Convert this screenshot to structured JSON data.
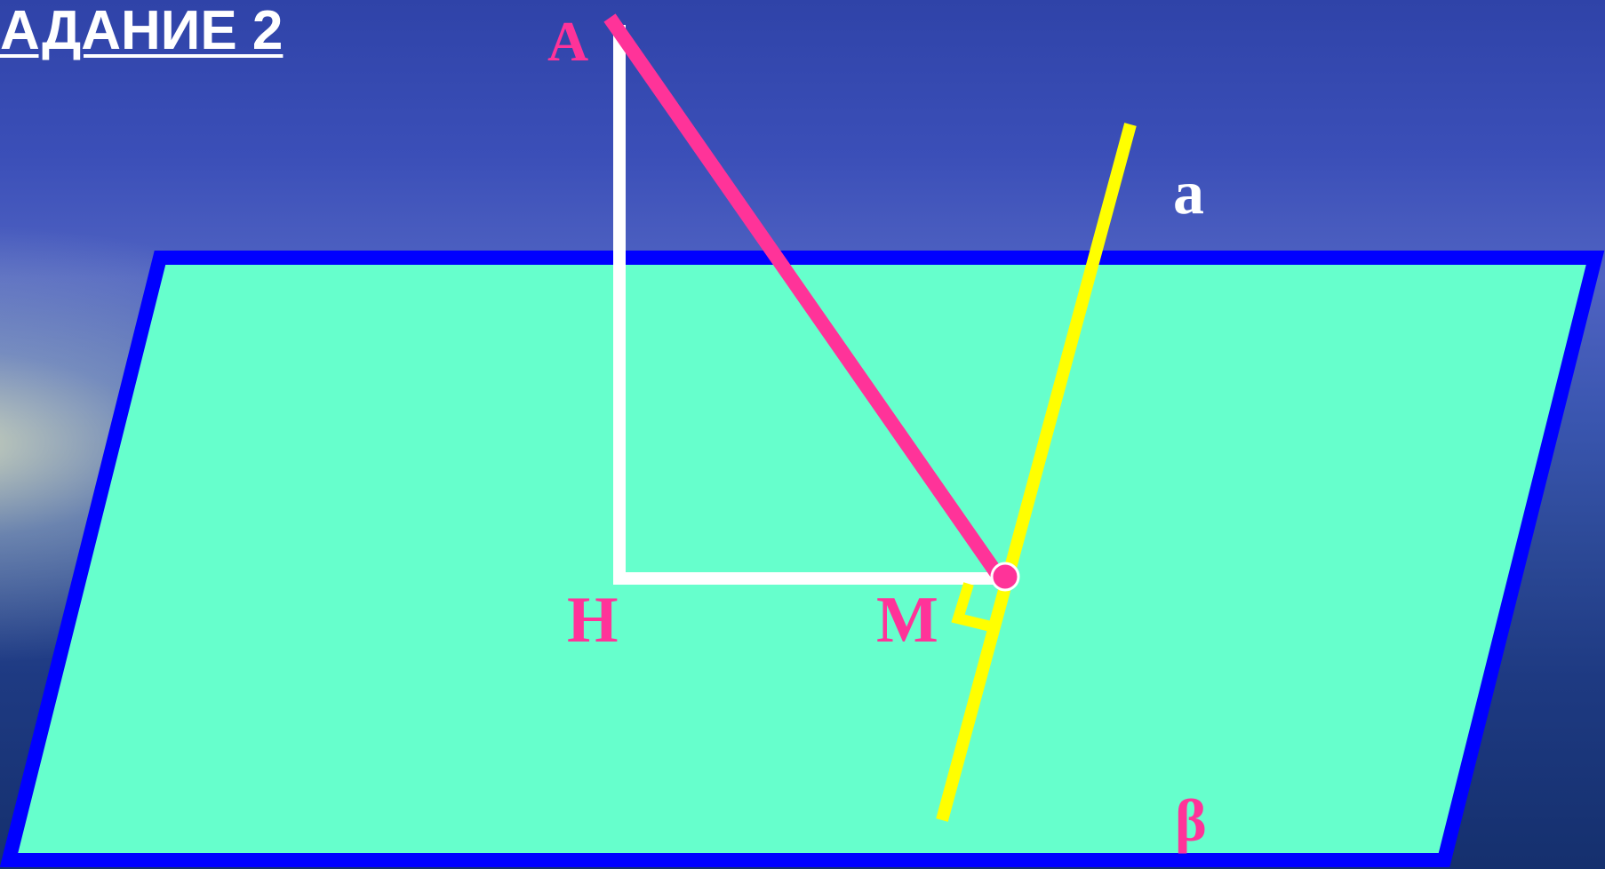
{
  "slide": {
    "title": "АДАНИЕ 2"
  },
  "labels": {
    "point_a": "A",
    "point_h": "H",
    "point_m": "M",
    "line_a": "a",
    "plane": "β"
  },
  "colors": {
    "plane_fill": "#66ffcc",
    "plane_border": "#0000ff",
    "segment_am": "#ff3399",
    "segment_ahm": "#ffffff",
    "line_a": "#ffff00",
    "point_labels": "#ff3399",
    "line_label": "#ffffff"
  }
}
